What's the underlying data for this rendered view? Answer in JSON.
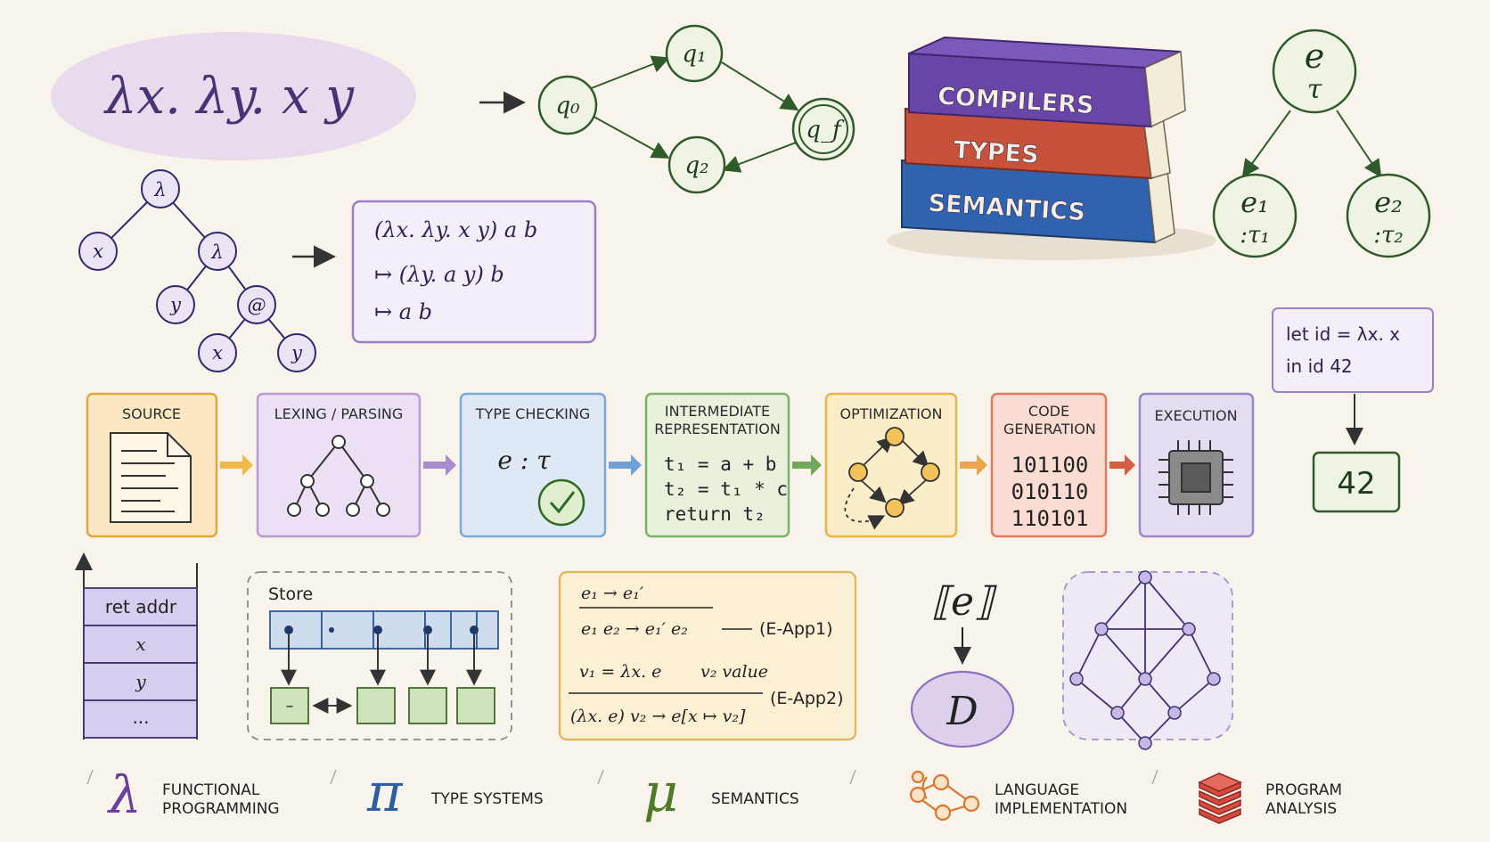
{
  "lambda_header": {
    "text": "λx. λy. x y"
  },
  "automaton": {
    "states": [
      "q₀",
      "q₁",
      "q₂",
      "q_f"
    ]
  },
  "ast": {
    "nodes": [
      "λ",
      "x",
      "λ",
      "y",
      "@",
      "x",
      "y"
    ]
  },
  "reduction": {
    "lines": [
      "(λx. λy. x y)  a  b",
      "↦ (λy. a y)  b",
      "↦ a  b"
    ]
  },
  "books": [
    "COMPILERS",
    "TYPES",
    "SEMANTICS"
  ],
  "type_tree": {
    "root": {
      "expr": "e",
      "type": "τ"
    },
    "left": {
      "expr": "e₁",
      "type": ":τ₁"
    },
    "right": {
      "expr": "e₂",
      "type": ":τ₂"
    }
  },
  "let_example": {
    "lines": [
      "let id = λx. x",
      "in id 42"
    ],
    "result": "42"
  },
  "pipeline": [
    {
      "label": "SOURCE",
      "color": "#f0b94a"
    },
    {
      "label": "LEXING / PARSING",
      "color": "#b89ad6"
    },
    {
      "label": "TYPE CHECKING",
      "color": "#7ca7d8",
      "content": "e : τ"
    },
    {
      "label": "INTERMEDIATE REPRESENTATION",
      "color": "#7fb069",
      "code": [
        "t₁ = a + b",
        "t₂ = t₁ * c",
        "return t₂"
      ]
    },
    {
      "label": "OPTIMIZATION",
      "color": "#eab44c"
    },
    {
      "label": "CODE GENERATION",
      "color": "#e07b5f",
      "code": [
        "101100",
        "010110",
        "110101"
      ]
    },
    {
      "label": "EXECUTION",
      "color": "#9a86c8"
    }
  ],
  "stack": {
    "cells": [
      "ret addr",
      "x",
      "y",
      "..."
    ]
  },
  "store": {
    "label": "Store",
    "dash": "–"
  },
  "rules": {
    "premise1": "e₁ → e₁′",
    "conclusion1": "e₁  e₂ → e₁′  e₂",
    "name1": "(E-App1)",
    "premise2a": "v₁ = λx.  e",
    "premise2b": "v₂  value",
    "conclusion2": "(λx. e) v₂ → e[x ↦ v₂]",
    "name2": "(E-App2)"
  },
  "denotation": {
    "top": "⟦e⟧",
    "domain": "D"
  },
  "legend": [
    {
      "symbol": "λ",
      "line1": "FUNCTIONAL",
      "line2": "PROGRAMMING",
      "color": "#6a3fa0"
    },
    {
      "symbol": "π",
      "line1": "TYPE SYSTEMS",
      "line2": "",
      "color": "#2d5fa0"
    },
    {
      "symbol": "μ",
      "line1": "SEMANTICS",
      "line2": "",
      "color": "#4f7a28"
    },
    {
      "symbol": "",
      "line1": "LANGUAGE",
      "line2": "IMPLEMENTATION",
      "color": "#d9772e"
    },
    {
      "symbol": "",
      "line1": "PROGRAM",
      "line2": "ANALYSIS",
      "color": "#c8423a"
    }
  ]
}
